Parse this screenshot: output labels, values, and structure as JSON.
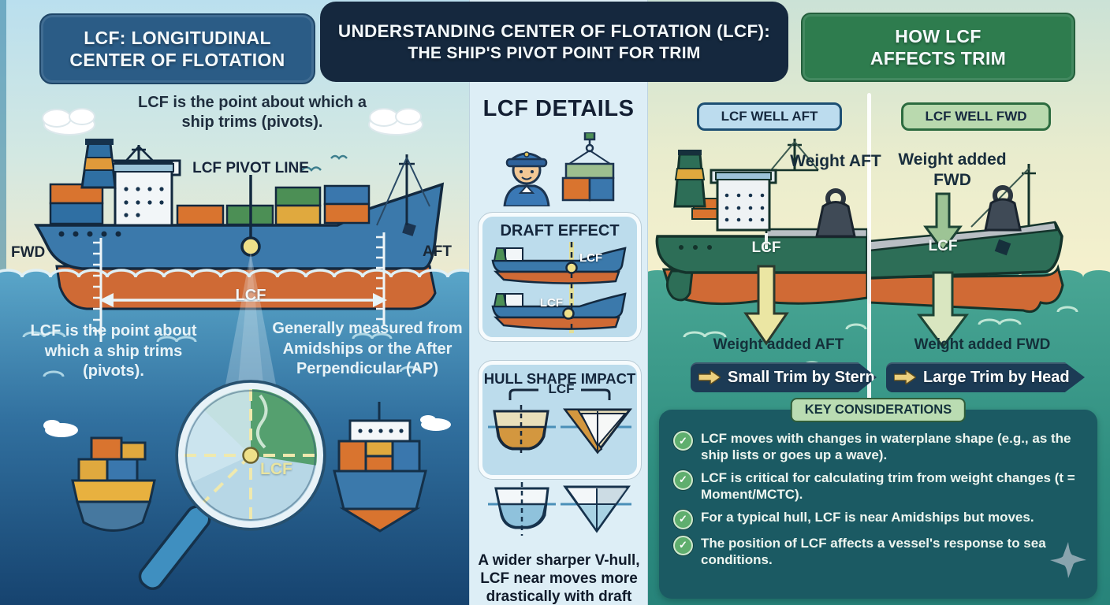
{
  "headers": {
    "left_line1": "LCF: LONGITUDINAL",
    "left_line2": "CENTER OF FLOTATION",
    "center_line1": "UNDERSTANDING CENTER OF FLOTATION (LCF):",
    "center_line2": "THE SHIP'S PIVOT POINT FOR TRIM",
    "right_line1": "HOW LCF",
    "right_line2": "AFFECTS TRIM"
  },
  "left_panel": {
    "intro": "LCF is the point about which a ship trims (pivots).",
    "pivot_line_label": "LCF PIVOT LINE",
    "fwd": "FWD",
    "aft": "AFT",
    "lcf_span": "LCF",
    "note_left": "LCF is the point about which a ship trims (pivots).",
    "note_right": "Generally measured from Amidships or the After Perpendicular (AP)",
    "magnifier_label": "LCF"
  },
  "lcf_details": {
    "title": "LCF DETAILS",
    "draft_card": {
      "title": "DRAFT EFFECT",
      "label_top": "LCF",
      "label_bottom": "LCF"
    },
    "hull_card": {
      "title": "HULL SHAPE IMPACT",
      "label": "LCF"
    },
    "caption": "A wider sharper V-hull, LCF near moves more drastically with draft"
  },
  "trim_panel": {
    "aft": {
      "pill": "LCF WELL AFT",
      "weight_label": "Weight AFT",
      "lcf": "LCF",
      "result_label": "Weight added AFT",
      "banner": "Small Trim by Stern"
    },
    "fwd": {
      "pill": "LCF WELL FWD",
      "weight_label": "Weight added FWD",
      "lcf": "LCF",
      "result_label": "Weight added FWD",
      "banner": "Large Trim by Head"
    },
    "key_considerations": {
      "title": "KEY CONSIDERATIONS",
      "items": [
        "LCF moves with changes in waterplane shape (e.g., as the ship lists or goes up a wave).",
        "LCF is critical for calculating trim from weight changes (t = Moment/MCTC).",
        "For a typical hull, LCF is near Amidships but moves.",
        "The position of LCF affects a vessel's response to sea conditions."
      ]
    }
  },
  "colors": {
    "header_left_blue": "#2b5c86",
    "header_center_navy": "#15283e",
    "header_right_green": "#2e7c4e",
    "banner_navy": "#1c3b55",
    "pill_aft_blue": "#bcdcee",
    "pill_fwd_green": "#b9d9ae",
    "check_green": "#5fae6e",
    "lcf_dot_yellow": "#efe089",
    "hull_blue": "#3b79ab",
    "hull_green": "#2d6e57",
    "hull_underside_orange": "#cf6a35",
    "sea_teal": "#49a694",
    "keybox_teal": "#1b5a63"
  }
}
